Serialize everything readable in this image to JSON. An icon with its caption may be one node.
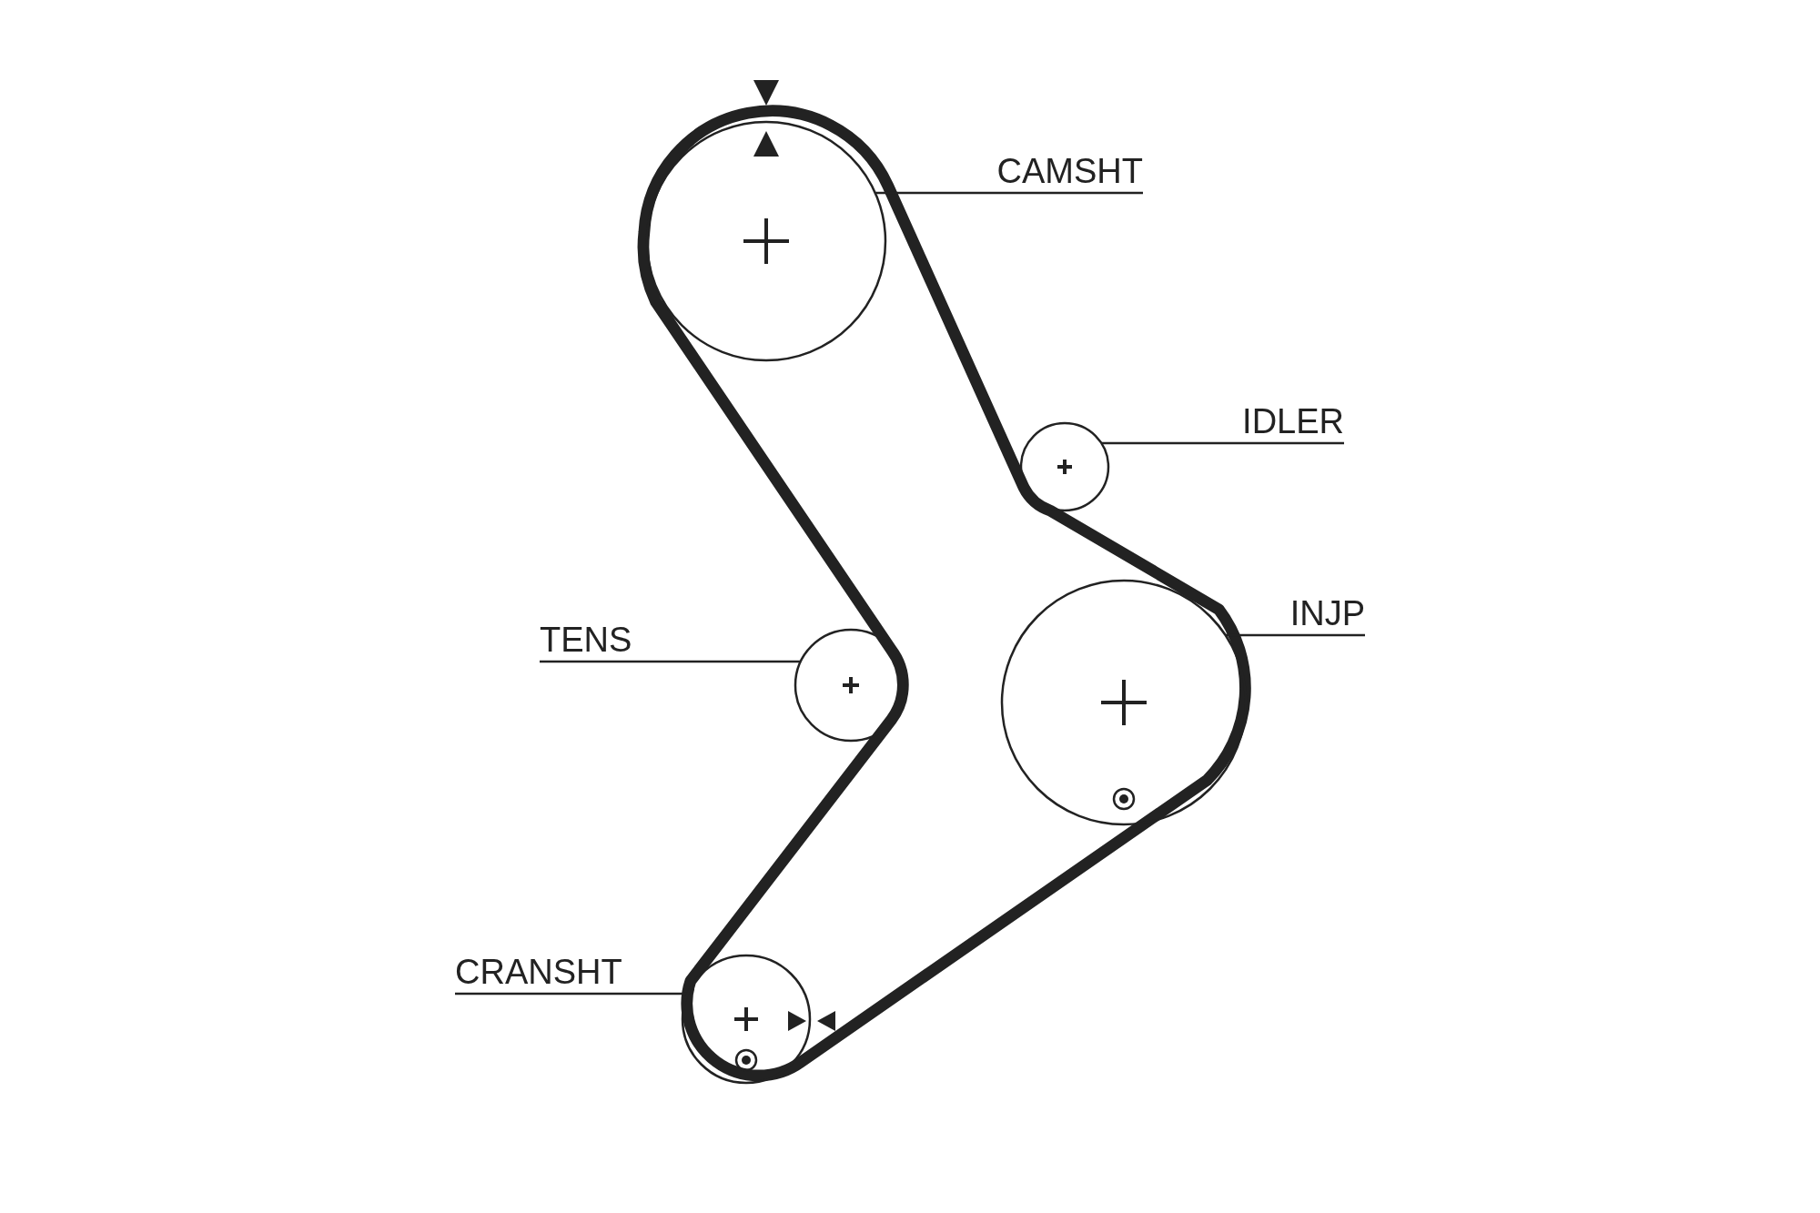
{
  "diagram": {
    "nodes": [
      {
        "text": [
          "CAMSHT"
        ]
      },
      {
        "text": [],
        "shape": "circle"
      },
      {
        "text": [
          "IDLER"
        ]
      },
      {
        "text": [],
        "shape": "circle"
      },
      {
        "text": [
          "TENS"
        ]
      },
      {
        "text": [],
        "shape": "circle"
      },
      {
        "text": [
          "INJP"
        ]
      },
      {
        "text": [],
        "shape": "circle"
      },
      {
        "text": [
          "CRANSHT"
        ]
      },
      {
        "text": [],
        "shape": "circle"
      }
    ],
    "edges": [
      {
        "from": 0,
        "to": 1,
        "arrow": "none"
      },
      {
        "from": 2,
        "to": 3,
        "arrow": "none"
      },
      {
        "from": 4,
        "to": 5,
        "arrow": "none"
      },
      {
        "from": 6,
        "to": 7,
        "arrow": "none"
      },
      {
        "from": 8,
        "to": 9,
        "arrow": "none"
      }
    ]
  }
}
